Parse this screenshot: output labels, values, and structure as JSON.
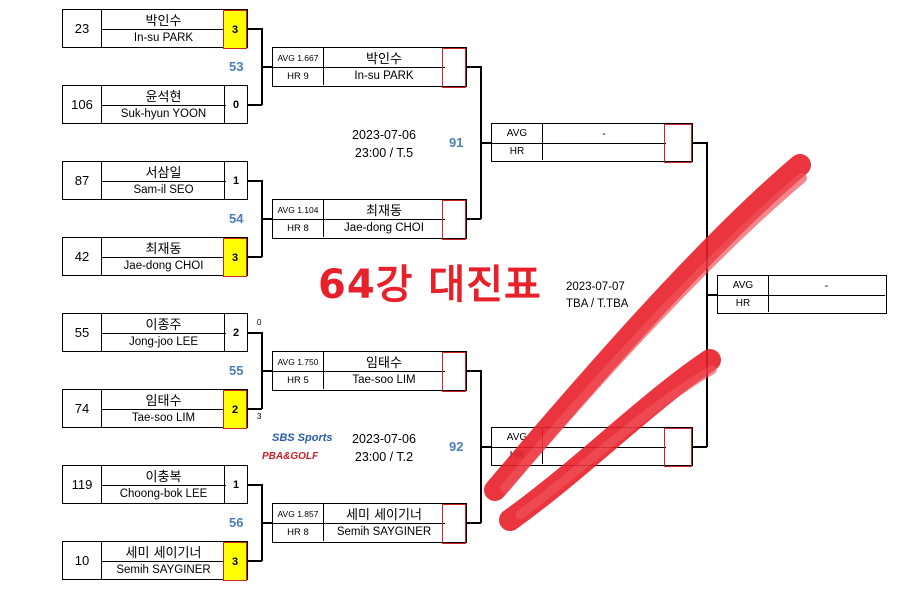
{
  "title": "64강 대진표",
  "round1": [
    {
      "seed": "23",
      "kor": "박인수",
      "eng": "In-su PARK",
      "score": "3",
      "win": true
    },
    {
      "seed": "106",
      "kor": "윤석현",
      "eng": "Suk-hyun YOON",
      "score": "0",
      "win": false
    },
    {
      "seed": "87",
      "kor": "서삼일",
      "eng": "Sam-il SEO",
      "score": "1",
      "win": false
    },
    {
      "seed": "42",
      "kor": "최재동",
      "eng": "Jae-dong CHOI",
      "score": "3",
      "win": true
    },
    {
      "seed": "55",
      "kor": "이종주",
      "eng": "Jong-joo LEE",
      "score": "2",
      "win": false
    },
    {
      "seed": "74",
      "kor": "임태수",
      "eng": "Tae-soo LIM",
      "score": "2",
      "win": true
    },
    {
      "seed": "119",
      "kor": "이충복",
      "eng": "Choong-bok LEE",
      "score": "1",
      "win": false
    },
    {
      "seed": "10",
      "kor": "세미 세이기너",
      "eng": "Semih SAYGINER",
      "score": "3",
      "win": true
    }
  ],
  "round1_match_numbers": [
    "53",
    "54",
    "55",
    "56"
  ],
  "tiebreak": {
    "top": "0",
    "bottom": "3"
  },
  "round2": [
    {
      "avg": "AVG 1.667",
      "hr": "HR 9",
      "kor": "박인수",
      "eng": "In-su PARK"
    },
    {
      "avg": "AVG 1.104",
      "hr": "HR 8",
      "kor": "최재동",
      "eng": "Jae-dong CHOI"
    },
    {
      "avg": "AVG 1.750",
      "hr": "HR 5",
      "kor": "임태수",
      "eng": "Tae-soo LIM"
    },
    {
      "avg": "AVG 1.857",
      "hr": "HR 8",
      "kor": "세미 세이기너",
      "eng": "Semih SAYGINER"
    }
  ],
  "round2_match_numbers": [
    "91",
    "92"
  ],
  "schedule_top": {
    "date": "2023-07-06",
    "time": "23:00 / T.5"
  },
  "schedule_bottom": {
    "date": "2023-07-06",
    "time": "23:00 / T.2"
  },
  "schedule_final": {
    "date": "2023-07-07",
    "time": "TBA / T.TBA"
  },
  "round3": [
    {
      "avg_label": "AVG",
      "hr_label": "HR",
      "name": "-"
    },
    {
      "avg_label": "AVG",
      "hr_label": "HR",
      "name": ""
    }
  ],
  "round4": {
    "avg_label": "AVG",
    "hr_label": "HR",
    "name": "-"
  },
  "broadcaster": {
    "sbs": "SBS Sports",
    "pba": "PBA&GOLF"
  },
  "colors": {
    "accent_red": "#e8202a",
    "match_blue": "#4a7fb5",
    "winner_yellow": "#ffff00"
  }
}
